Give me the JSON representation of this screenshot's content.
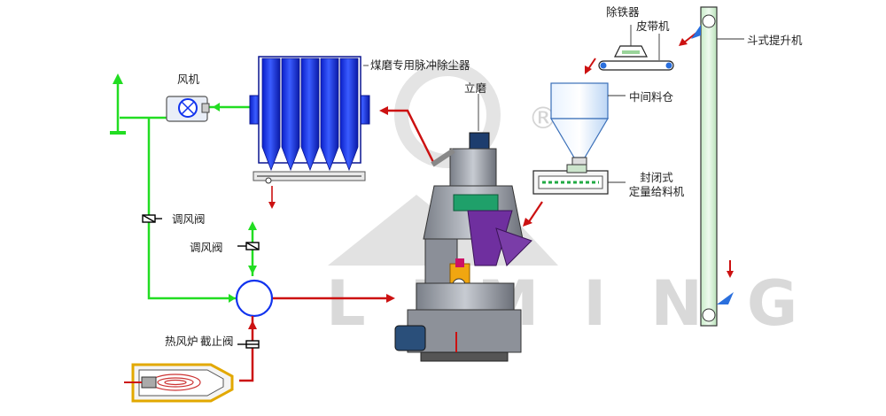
{
  "labels": {
    "fan": "风机",
    "dust_collector": "煤磨专用脉冲除尘器",
    "vertical_mill": "立磨",
    "iron_remover": "除铁器",
    "belt_conveyor": "皮带机",
    "bucket_elevator": "斗式提升机",
    "intermediate_bin": "中间料仓",
    "closed_feeder_line1": "封闭式",
    "closed_feeder_line2": "定量给料机",
    "damper_valve_1": "调风阀",
    "damper_valve_2": "调风阀",
    "hot_air_furnace": "热风炉",
    "shutoff_valve": "截止阀"
  },
  "watermark": {
    "brand": "LIMING",
    "registered_mark": "®"
  },
  "colors": {
    "air_pipe": "#22dd22",
    "hot_air_pipe": "#cc1111",
    "material_arrow": "#dd1111",
    "dust_collector_blue": "#1133ee",
    "mill_green": "#22aa66",
    "elevator_green": "#d8f0d8",
    "watermark_gray": "#dcdcdc"
  }
}
